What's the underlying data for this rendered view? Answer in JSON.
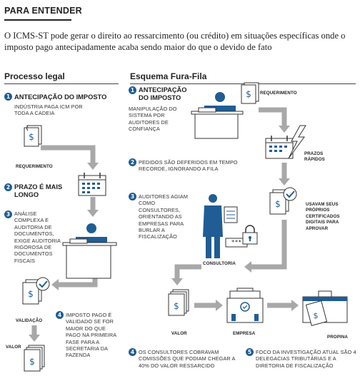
{
  "header": {
    "section_label": "PARA ENTENDER",
    "intro": "O ICMS-ST pode gerar o direito ao ressarcimento (ou crédito) em situações específicas onde o imposto pago antecipadamente acaba sendo maior do que o devido de fato"
  },
  "legal": {
    "title": "Processo legal",
    "steps": [
      {
        "num": "1",
        "title": "ANTECIPAÇÃO DO IMPOSTO",
        "text": "INDÚSTRIA PAGA ICM POR TODA A CADEIA"
      },
      {
        "num": "2",
        "title": "PRAZO É MAIS LONGO",
        "text": ""
      },
      {
        "num": "3",
        "title": "",
        "text": "ANÁLISE COMPLEXA E AUDITORIA DE DOCUMENTOS, EXIGE AUDITORIA RIGOROSA DE DOCUMENTOS FISCAIS"
      },
      {
        "num": "4",
        "title": "",
        "text": "IMPOSTO PAGO É VALIDADO SE FOR MAIOR DO QUE PAGO NA PRIMEIRA FASE PARA A SECRETARIA DA FAZENDA"
      }
    ],
    "labels": {
      "requerimento": "REQUERIMENTO",
      "validacao": "VALIDAÇÃO",
      "valor": "VALOR"
    }
  },
  "furafila": {
    "title": "Esquema Fura-Fila",
    "steps": [
      {
        "num": "1",
        "title": "ANTECIPAÇÃO DO IMPOSTO",
        "text": "MANIPULAÇÃO DO SISTEMA POR AUDITORES DE CONFIANÇA"
      },
      {
        "num": "2",
        "title": "",
        "text": "PEDIDOS SÃO DEFERIDOS EM TEMPO RECORDE, IGNORANDO A FILA"
      },
      {
        "num": "3",
        "title": "",
        "text": "AUDITORES AGIAM COMO CONSULTORES, ORIENTANDO AS EMPRESAS PARA BURLAR A FISCALIZAÇÃO"
      },
      {
        "num": "4",
        "title": "",
        "text": "OS CONSULTORES COBRAVAM COMISSÕES QUE PODIAM CHEGAR A 40% DO VALOR RESSARCIDO"
      },
      {
        "num": "5",
        "title": "",
        "text": "FOCO DA INVESTIGAÇÃO ATUAL SÃO 4 DELEGACIAS TRIBUTÁRIAS E A DIRETORIA DE FISCALIZAÇÃO"
      }
    ],
    "labels": {
      "requerimento": "REQUERIMENTO",
      "prazos": "PRAZOS RÁPIDOS",
      "certificados": "USAVAM SEUS PRÓPRIOS CERTIFICADOS DIGITAIS PARA APROVAR",
      "consultoria": "CONSULTORIA",
      "valor": "VALOR",
      "empresa": "EMPRESA",
      "propina": "PROPINA",
      "password_mask": "***"
    }
  },
  "colors": {
    "accent": "#1f5d94",
    "arrow": "#a8a8a8",
    "line": "#333333"
  }
}
